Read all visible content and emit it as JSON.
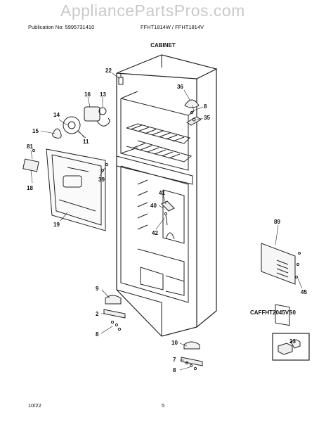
{
  "header": {
    "publication": "Publication No: 5995731410",
    "models": "FFHT1814W / FFHT1814V",
    "watermark": "AppliancePartsPros.com"
  },
  "section_title": "CABINET",
  "diagram_code": "CAFFHT2045VS0",
  "footer": {
    "date": "10/22",
    "page": "5"
  },
  "callouts": {
    "c22": "22",
    "c36": "36",
    "c16": "16",
    "c13": "13",
    "c14": "14",
    "c8a": "8",
    "c35": "35",
    "c15": "15",
    "c11": "11",
    "c81": "81",
    "c39": "39",
    "c18": "18",
    "c41": "41",
    "c40": "40",
    "c19": "19",
    "c42": "42",
    "c89": "89",
    "c9": "9",
    "c45": "45",
    "c2": "2",
    "c8b": "8",
    "c10": "10",
    "c23": "23",
    "c7": "7",
    "c8c": "8"
  }
}
